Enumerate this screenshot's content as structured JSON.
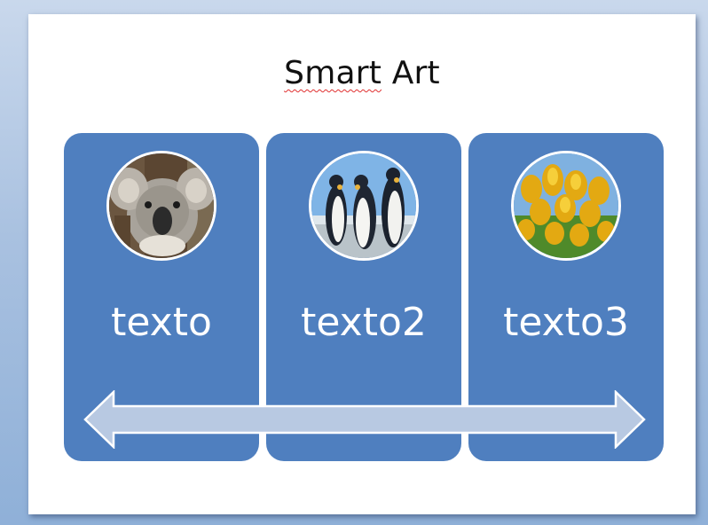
{
  "slide": {
    "title_word1": "Smart",
    "title_word2": "Art"
  },
  "cards": [
    {
      "label": "texto",
      "image": "koala"
    },
    {
      "label": "texto2",
      "image": "penguins"
    },
    {
      "label": "texto3",
      "image": "tulips"
    }
  ],
  "colors": {
    "card_fill": "#4f7fbf",
    "arrow_fill": "#b8c9e2",
    "spellcheck_underline": "#e03030"
  }
}
